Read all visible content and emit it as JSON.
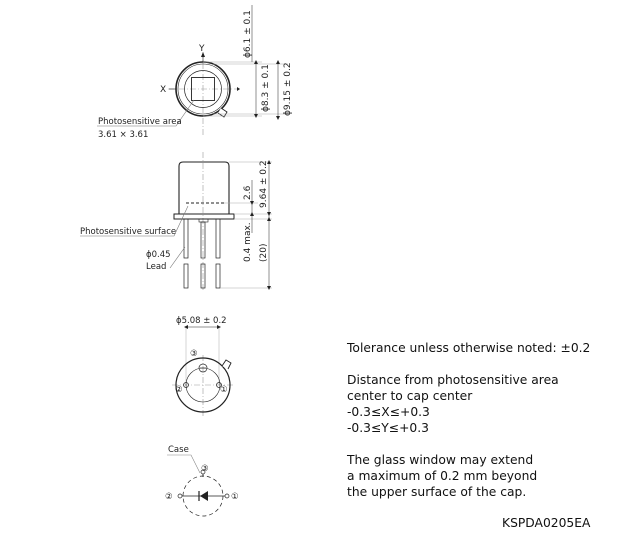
{
  "top_view": {
    "axis_y": "Y",
    "axis_x": "X",
    "photosensitive_area_label": "Photosensitive area",
    "photosensitive_area_value": "3.61 × 3.61",
    "dim_window": "ϕ6.1 ± 0.1",
    "dim_cap": "ϕ8.3 ± 0.1",
    "dim_flange": "ϕ9.15 ± 0.2"
  },
  "side_view": {
    "photosensitive_surface_label": "Photosensitive surface",
    "lead_dia": "ϕ0.45",
    "lead_label": "Lead",
    "dim_surface_depth": "2.6",
    "dim_height": "9.64 ± 0.2",
    "dim_standoff": "0.4 max.",
    "dim_lead_length": "(20)"
  },
  "bottom_view": {
    "dim_pin_circle": "ϕ5.08 ± 0.2",
    "pins": [
      "①",
      "②",
      "③"
    ]
  },
  "schematic": {
    "case_label": "Case",
    "pins": [
      "①",
      "②",
      "③"
    ]
  },
  "notes": [
    "Tolerance unless otherwise noted: ±0.2",
    "Distance from photosensitive area\ncenter to cap center\n-0.3≤X≤+0.3\n-0.3≤Y≤+0.3",
    "The glass window may extend\na maximum of 0.2 mm beyond\nthe upper surface of the cap."
  ],
  "document_id": "KSPDA0205EA"
}
